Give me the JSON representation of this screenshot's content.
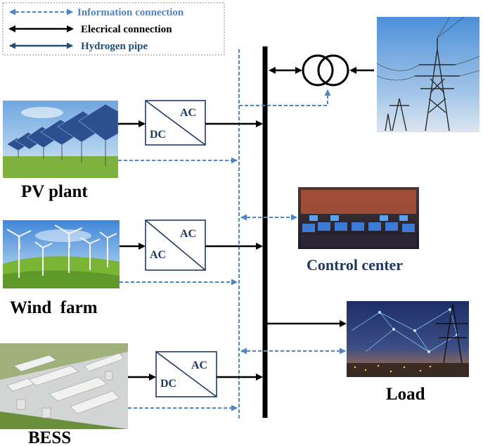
{
  "legend": {
    "info": "Information connection",
    "elec": "Elecrical connection",
    "hydro": "Hydrogen pipe"
  },
  "converters": {
    "pv": {
      "top": "AC",
      "bottom": "DC"
    },
    "wind": {
      "top": "AC",
      "bottom": "AC"
    },
    "bess": {
      "top": "AC",
      "bottom": "DC"
    }
  },
  "labels": {
    "pv": "PV plant",
    "wind": "Wind  farm",
    "bess": "BESS",
    "control": "Control center",
    "load": "Load"
  },
  "colors": {
    "info": "#4a86c8",
    "elec": "#000000",
    "hydro": "#1f4e79",
    "converter": "#1f3864",
    "control_text": "#1f3864"
  }
}
